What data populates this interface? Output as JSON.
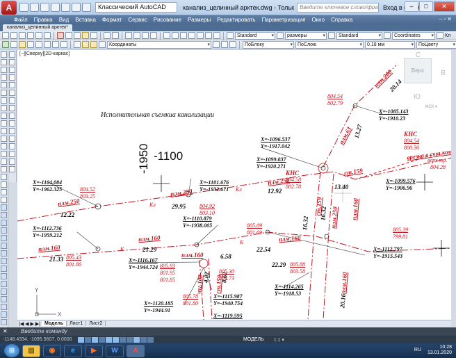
{
  "titlebar": {
    "workspace": "Классический AutoCAD",
    "window_title": "канализ_целинный арктек.dwg - Только чтение",
    "search_placeholder": "Введите ключевое слово/фразу",
    "signin": "Вход в службы",
    "minimize": "–",
    "restore": "□",
    "close": "✕"
  },
  "menu": [
    "Файл",
    "Правка",
    "Вид",
    "Вставка",
    "Формат",
    "Сервис",
    "Рисование",
    "Размеры",
    "Редактировать",
    "Параметризация",
    "Окно",
    "Справка"
  ],
  "menu_right": "– ▫ ✕",
  "doc_tab": "канализ_целинный арктек*",
  "toolbar1": {
    "text_style": "Standard",
    "dim_style": "размеры",
    "table_style": "Standard",
    "multileader_style": "Coordinates",
    "extra": "Кл"
  },
  "toolbar2": {
    "layer": "Координаты",
    "color": "ПоБлоку",
    "linetype": "ПоСлою",
    "lineweight": "0.18 мм",
    "plotstyle": "ПоЦвету"
  },
  "canvas": {
    "view_label": "[−][Сверху][2D-каркас]",
    "heading": "Исполнительная съемкиа канализации",
    "big_labels": [
      "-1950",
      "-1100"
    ],
    "points": [
      {
        "x": "X=-1104.084",
        "y": "Y=-1962.325",
        "r1": "804.52",
        "r2": "803.25"
      },
      {
        "x": "X=-1101.676",
        "y": "Y=-1932.671",
        "r1": "804.92",
        "r2": "803.10"
      },
      {
        "x": "X=-1096.537",
        "y": "Y=-1917.042"
      },
      {
        "x": "X=-1099.037",
        "y": "Y=-1920.271"
      },
      {
        "x": "X=-1085.143",
        "y": "Y=-1910.23",
        "r1": "804.54",
        "r2": "802.79"
      },
      {
        "x": "X=-1099.576",
        "y": "Y=-1906.96"
      },
      {
        "x": "X=-1112.736",
        "y": "Y=-1959.212",
        "r1": "805.43",
        "r2": "801.86"
      },
      {
        "x": "X=-1110.879",
        "y": "Y=-1938.005",
        "r1": "805.09",
        "r2": "801.69"
      },
      {
        "x": "X=-1116.167",
        "y": "Y=-1944.724",
        "r1": "805.93",
        "r2": "801.95",
        "r3": "801.85"
      },
      {
        "x": "X=-1112.797",
        "y": "Y=-1915.543",
        "r1": "805.39",
        "r2": "799.81"
      },
      {
        "x": "X=-1120.185",
        "y": "Y=-1944.91",
        "r1": "805.78",
        "r2": "801.80"
      },
      {
        "x": "X=-1115.987",
        "y": "Y=-1940.754",
        "r1": "805.30",
        "r2": "803.73"
      },
      {
        "x": "X=-1114.265",
        "y": "Y=-1918.53",
        "r1": "805.88",
        "r2": "803.58"
      },
      {
        "x": "X=-1119.595",
        "y": ""
      }
    ],
    "pipe_labels": [
      "плм.250",
      "плм.250",
      "плм.250",
      "плм.160",
      "плм.160",
      "плм.160",
      "плм.160",
      "плм.200",
      "плм.63",
      "плм.160",
      "ст.159",
      "ст.159",
      "ст.159",
      "чуг.100",
      "плм.250",
      "плм.160"
    ],
    "lengths": [
      "12.22",
      "29.95",
      "12.92",
      "13.40",
      "21.33",
      "21.29",
      "6.58",
      "22.54",
      "22.29",
      "4.02",
      "8.62",
      "16.32",
      "16.32",
      "20.16",
      "20.14",
      "13.27"
    ],
    "kns_labels": [
      {
        "name": "КНС",
        "v1": "804.54",
        "v2": "800.36"
      },
      {
        "name": "КНС",
        "v1": "804.58",
        "v2": "802.78"
      }
    ],
    "tie_in": {
      "label": "врезка в сущ.коммун.",
      "sub": "верх тр.",
      "value": "804.28"
    },
    "kl": "Кл",
    "k": "К",
    "viewcube": {
      "top": "Верх",
      "n": "С",
      "s": "Ю",
      "e": "В",
      "wcs": "МСК ▾"
    }
  },
  "layout_tabs": {
    "nav": "|◀ ◀ ▶ ▶|",
    "tabs": [
      "Модель",
      "Лист1",
      "Лист2"
    ]
  },
  "command": {
    "close": "✕",
    "prompt": "Введите команду"
  },
  "status": {
    "coords": "-1148.4334, -1095.5607, 0.0000",
    "model": "МОДЕЛЬ",
    "scale": "1:1 ▾"
  },
  "taskbar": {
    "start": "⊞",
    "lang": "RU",
    "time": "10:28",
    "date": "13.01.2020"
  }
}
